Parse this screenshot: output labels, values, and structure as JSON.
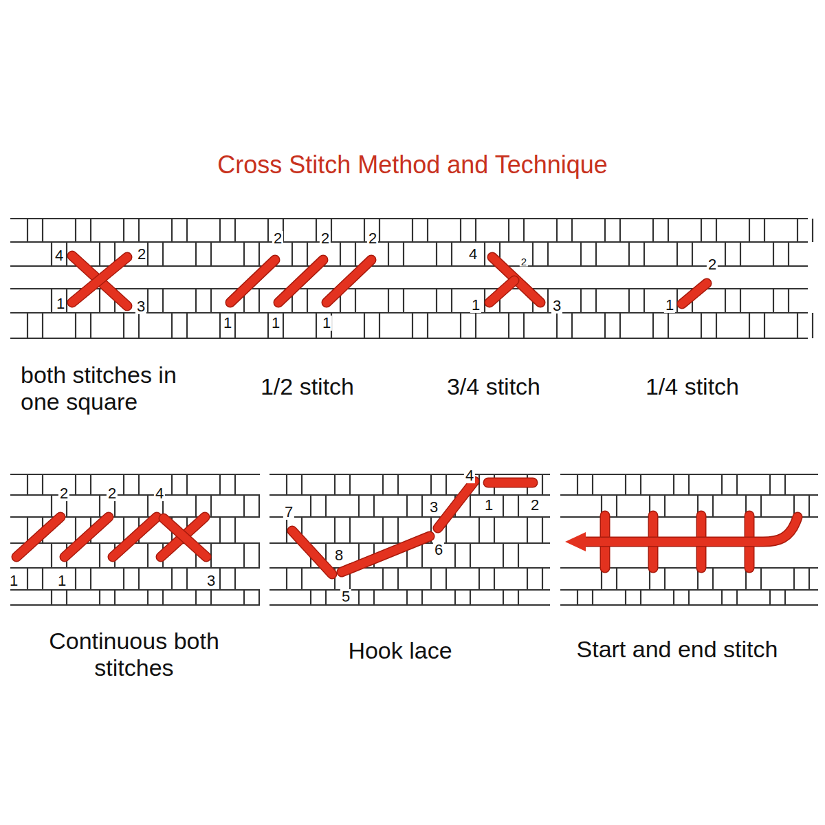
{
  "diagram": {
    "title": "Cross Stitch Method and Technique",
    "labels": [
      "4",
      "2",
      "1",
      "3",
      "both stitches in one square",
      "2",
      "2",
      "2",
      "1",
      "1",
      "1",
      "1/2 stitch",
      "4",
      "2",
      "1",
      "3",
      "3/4 stitch",
      "2",
      "1",
      "1/4 stitch",
      "2",
      "2",
      "4",
      "1",
      "1",
      "3",
      "Continuous both stitches",
      "7",
      "4",
      "1",
      "2",
      "3",
      "6",
      "8",
      "5",
      "Hook lace",
      "Start and end stitch"
    ]
  }
}
